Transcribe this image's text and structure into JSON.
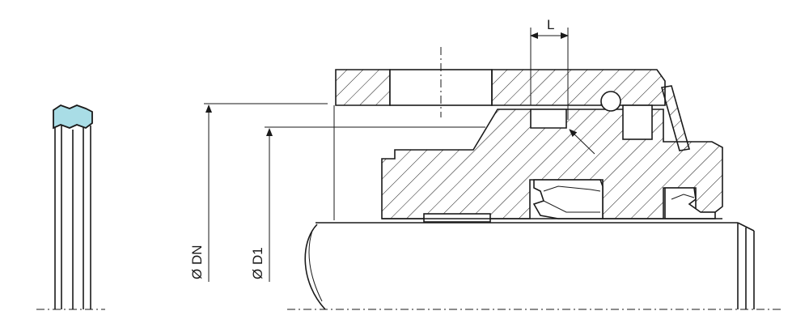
{
  "labels": {
    "dim_length": "L",
    "dim_dn": "Ø DN",
    "dim_d1": "Ø D1"
  },
  "colors": {
    "seal_profile": "#a9dde6",
    "line": "#1a1a1a"
  }
}
